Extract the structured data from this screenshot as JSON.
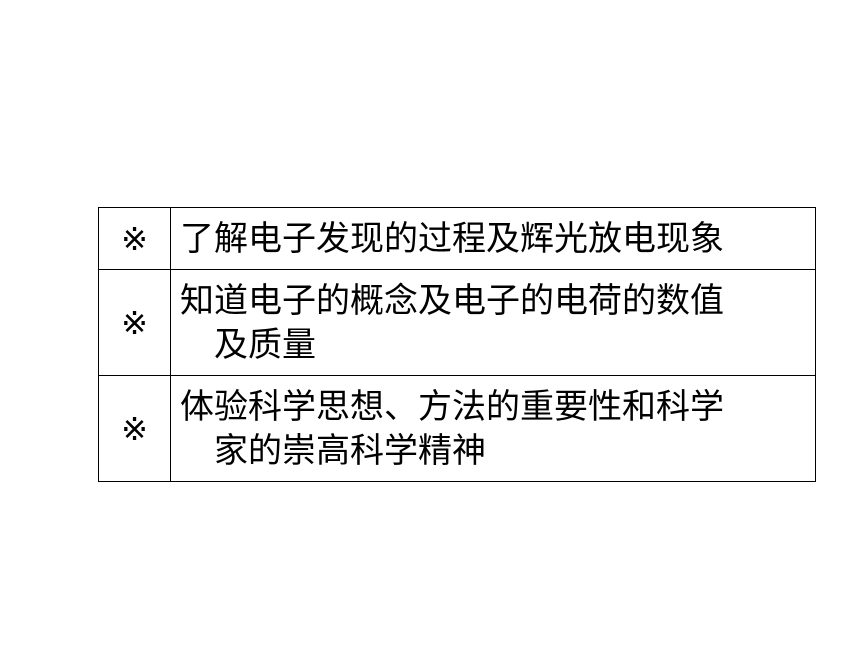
{
  "table": {
    "rows": [
      {
        "mark": "※",
        "lines": [
          "了解电子发现的过程及辉光放电现象"
        ]
      },
      {
        "mark": "※",
        "lines": [
          "知道电子的概念及电子的电荷的数值",
          "及质量"
        ]
      },
      {
        "mark": "※",
        "lines": [
          "体验科学思想、方法的重要性和科学",
          "家的崇高科学精神"
        ]
      }
    ]
  }
}
